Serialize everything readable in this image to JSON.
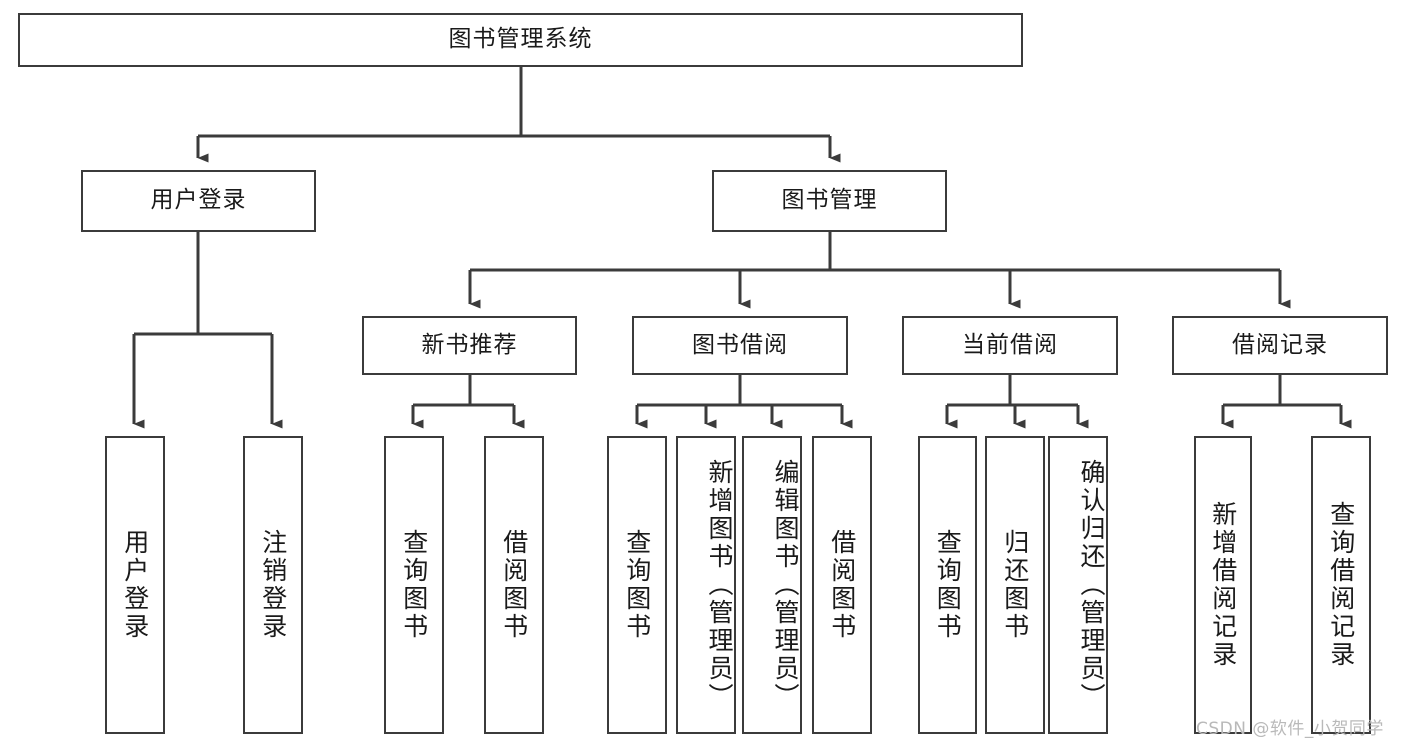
{
  "diagram": {
    "type": "tree-hierarchy-flowchart",
    "title": "图书管理系统",
    "watermark": "CSDN @软件_小贺同学",
    "colors": {
      "box_border": "#3b3b3b",
      "box_fill": "#ffffff",
      "edge": "#3b3b3b",
      "text": "#1a1a1a",
      "watermark": "#b9b9b9",
      "background": "#ffffff"
    },
    "levels": {
      "root": {
        "label": "图书管理系统"
      },
      "level2": [
        {
          "id": "user-login",
          "label": "用户登录"
        },
        {
          "id": "book-manage",
          "label": "图书管理"
        }
      ],
      "level3": [
        {
          "id": "new-book-rec",
          "label": "新书推荐",
          "parent": "book-manage"
        },
        {
          "id": "book-borrow",
          "label": "图书借阅",
          "parent": "book-manage"
        },
        {
          "id": "current-borrow",
          "label": "当前借阅",
          "parent": "book-manage"
        },
        {
          "id": "borrow-record",
          "label": "借阅记录",
          "parent": "book-manage"
        }
      ],
      "leaves": [
        {
          "id": "leaf-user-login",
          "label": "用户登录",
          "parent": "user-login"
        },
        {
          "id": "leaf-logout",
          "label": "注销登录",
          "parent": "user-login"
        },
        {
          "id": "leaf-query-book-1",
          "label": "查询图书",
          "parent": "new-book-rec"
        },
        {
          "id": "leaf-borrow-book-1",
          "label": "借阅图书",
          "parent": "new-book-rec"
        },
        {
          "id": "leaf-query-book-2",
          "label": "查询图书",
          "parent": "book-borrow"
        },
        {
          "id": "leaf-add-book",
          "label": "新增图书（管理员）",
          "parent": "book-borrow"
        },
        {
          "id": "leaf-edit-book",
          "label": "编辑图书（管理员）",
          "parent": "book-borrow"
        },
        {
          "id": "leaf-borrow-book-2",
          "label": "借阅图书",
          "parent": "book-borrow"
        },
        {
          "id": "leaf-query-book-3",
          "label": "查询图书",
          "parent": "current-borrow"
        },
        {
          "id": "leaf-return-book",
          "label": "归还图书",
          "parent": "current-borrow"
        },
        {
          "id": "leaf-confirm-return",
          "label": "确认归还（管理员）",
          "parent": "current-borrow"
        },
        {
          "id": "leaf-add-record",
          "label": "新增借阅记录",
          "parent": "borrow-record"
        },
        {
          "id": "leaf-query-record",
          "label": "查询借阅记录",
          "parent": "borrow-record"
        }
      ]
    }
  }
}
